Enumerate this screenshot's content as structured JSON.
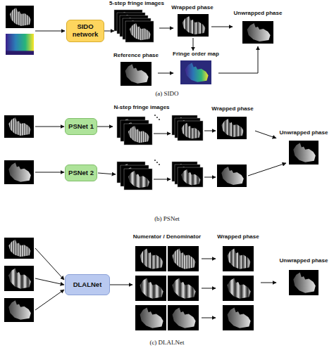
{
  "diagram": {
    "nodes": [
      {
        "text": [
          "SIDO network"
        ]
      },
      {
        "text": [
          "5-step fringe images"
        ]
      },
      {
        "text": [
          "Wrapped phase"
        ]
      },
      {
        "text": [
          "Reference phase"
        ]
      },
      {
        "text": [
          "Fringe order map"
        ]
      },
      {
        "text": [
          "Unwrapped phase"
        ]
      },
      {
        "text": [
          "PSNet 1"
        ]
      },
      {
        "text": [
          "PSNet 2"
        ]
      },
      {
        "text": [
          "N-step fringe images"
        ]
      },
      {
        "text": [
          "Wrapped phase"
        ]
      },
      {
        "text": [
          "Unwrapped phase"
        ]
      },
      {
        "text": [
          "DLALNet"
        ]
      },
      {
        "text": [
          "Numerator / Denominator"
        ]
      },
      {
        "text": [
          "Wrapped phase"
        ]
      },
      {
        "text": [
          "Unwrapped phase"
        ]
      }
    ],
    "edges": [
      {
        "from": 0,
        "to": 1,
        "arrow": "to"
      },
      {
        "from": 1,
        "to": 2,
        "arrow": "to"
      },
      {
        "from": 3,
        "to": 4,
        "arrow": "to"
      },
      {
        "from": 2,
        "to": 4,
        "arrow": "to"
      },
      {
        "from": 2,
        "to": 5,
        "arrow": "to"
      },
      {
        "from": 4,
        "to": 5,
        "arrow": "to"
      },
      {
        "from": 6,
        "to": 8,
        "arrow": "to"
      },
      {
        "from": 9,
        "to": 10,
        "arrow": "to"
      },
      {
        "from": 11,
        "to": 12,
        "arrow": "to"
      },
      {
        "from": 12,
        "to": 13,
        "arrow": "to"
      },
      {
        "from": 12,
        "to": 13,
        "arrow": "to"
      },
      {
        "from": 12,
        "to": 13,
        "arrow": "to"
      },
      {
        "from": 13,
        "to": 14,
        "arrow": "to"
      }
    ],
    "labels": [
      "(a) SIDO",
      "(b) PSNet",
      "(c) DLALNet"
    ]
  }
}
